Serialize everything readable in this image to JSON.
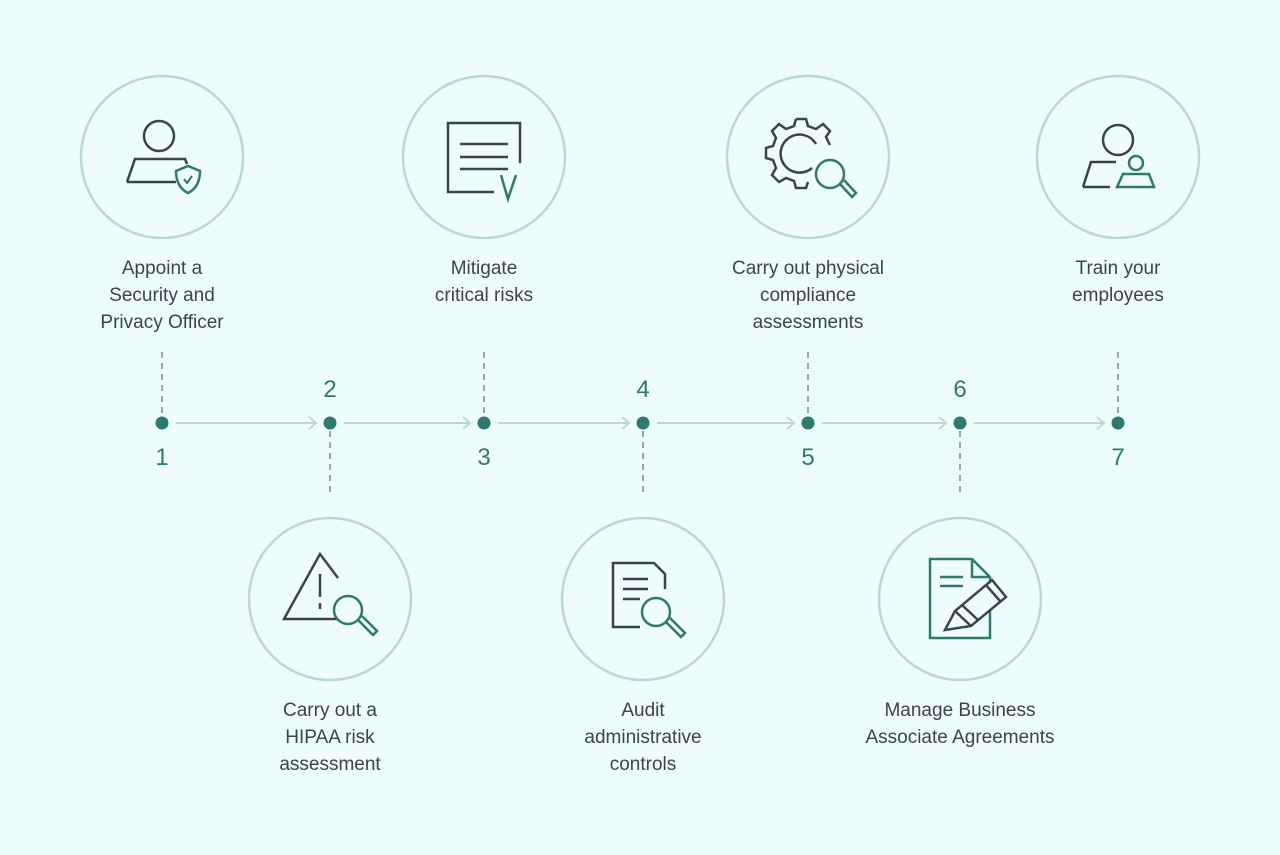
{
  "colors": {
    "background": "#effcfc",
    "accent": "#2d7a6e",
    "icon": "#3b4350",
    "circle": "#b9d9d1",
    "arrow": "#b9d9d1"
  },
  "steps": [
    {
      "number": "1",
      "lines": [
        "Appoint a",
        "Security and",
        "Privacy Officer"
      ],
      "icon": "user-shield-icon",
      "position": "top"
    },
    {
      "number": "2",
      "lines": [
        "Carry out a",
        "HIPAA risk",
        "assessment"
      ],
      "icon": "warning-search-icon",
      "position": "bottom"
    },
    {
      "number": "3",
      "lines": [
        "Mitigate",
        "critical risks"
      ],
      "icon": "document-check-icon",
      "position": "top"
    },
    {
      "number": "4",
      "lines": [
        "Audit",
        "administrative",
        "controls"
      ],
      "icon": "document-search-icon",
      "position": "bottom"
    },
    {
      "number": "5",
      "lines": [
        "Carry out physical",
        "compliance",
        "assessments"
      ],
      "icon": "gear-search-icon",
      "position": "top"
    },
    {
      "number": "6",
      "lines": [
        "Manage Business",
        "Associate Agreements"
      ],
      "icon": "document-pen-icon",
      "position": "bottom"
    },
    {
      "number": "7",
      "lines": [
        "Train your",
        "employees"
      ],
      "icon": "user-trainee-icon",
      "position": "top"
    }
  ]
}
